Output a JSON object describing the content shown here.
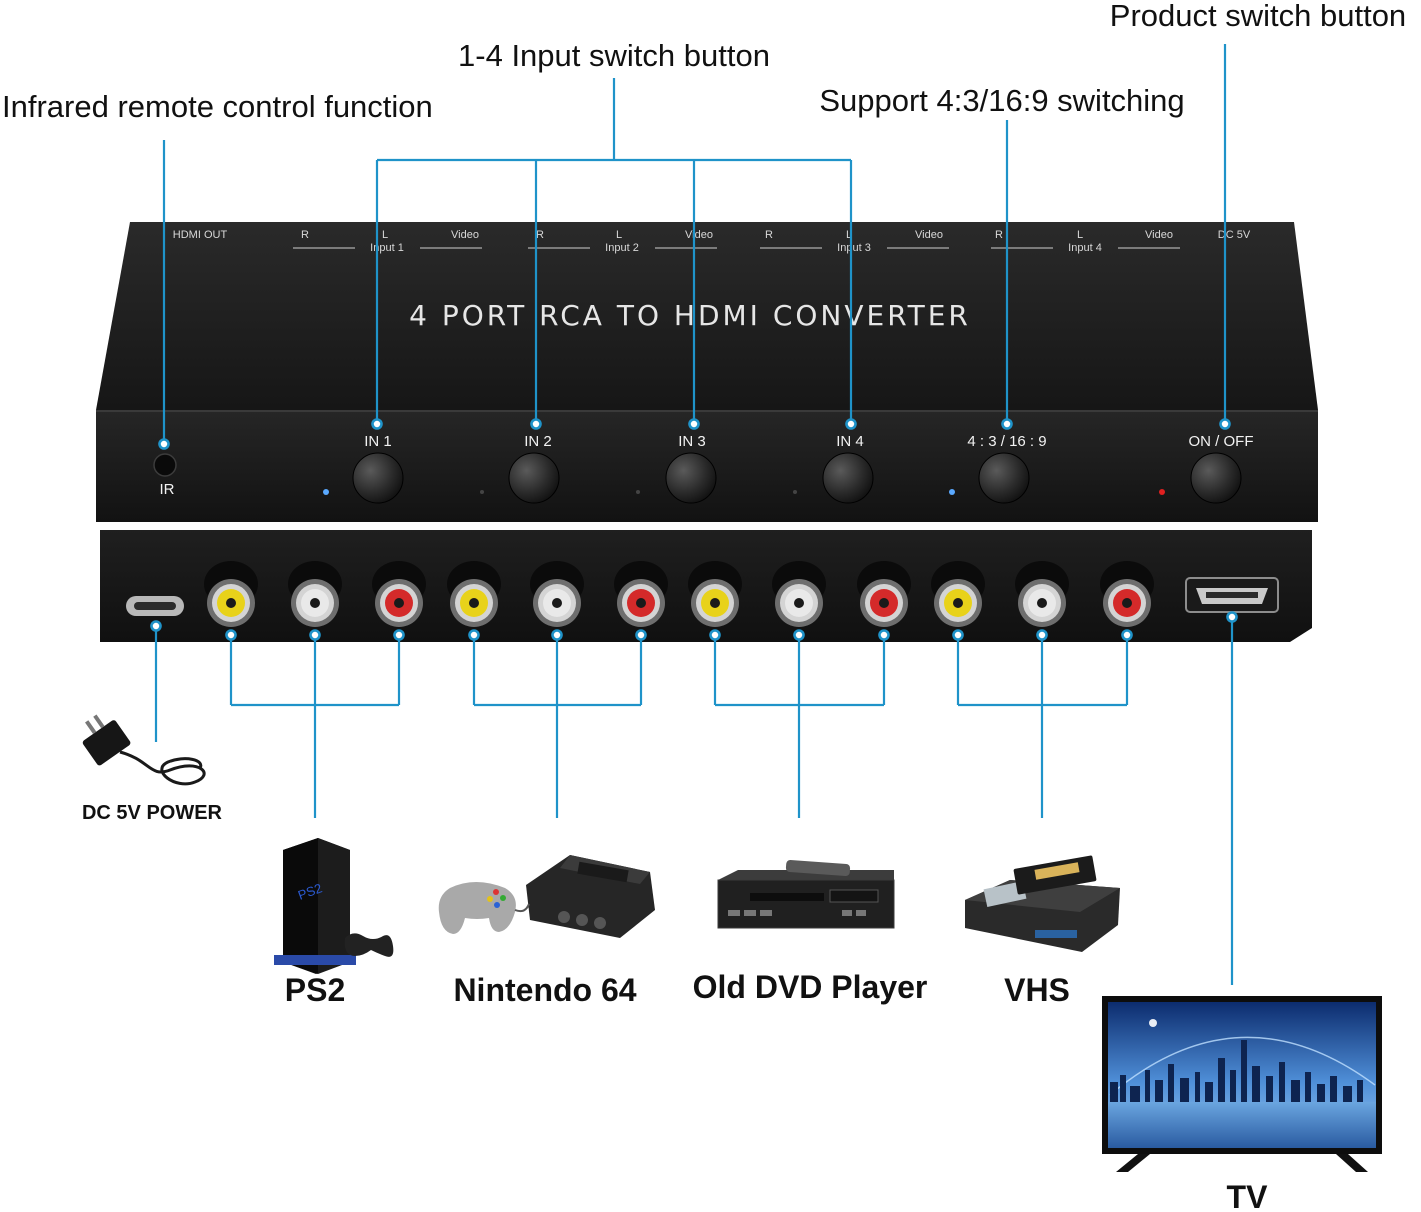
{
  "colors": {
    "leader": "#1f93c9",
    "device_body": "#1c1c1c",
    "rca_yellow": "#e8d21a",
    "rca_white": "#e9e9e9",
    "rca_red": "#d42a2a",
    "led_blue": "#5aa9ff",
    "led_red": "#e02020"
  },
  "callouts": {
    "product_switch": "Product switch button",
    "input_switch": "1-4 Input switch button",
    "infrared": "Infrared remote control function",
    "aspect": "Support 4:3/16:9 switching"
  },
  "device": {
    "title": "4 PORT RCA TO HDMI CONVERTER",
    "top_labels": {
      "hdmi_out": "HDMI OUT",
      "r": "R",
      "l": "L",
      "video": "Video",
      "dc5v": "DC 5V",
      "input1": "Input 1",
      "input2": "Input 2",
      "input3": "Input 3",
      "input4": "Input 4"
    },
    "front": {
      "ir": "IR",
      "in1": "IN 1",
      "in2": "IN 2",
      "in3": "IN 3",
      "in4": "IN 4",
      "aspect": "4 : 3 / 16 : 9",
      "power": "ON / OFF"
    }
  },
  "power_label": "DC 5V POWER",
  "sources": {
    "ps2": "PS2",
    "n64": "Nintendo 64",
    "dvd": "Old DVD Player",
    "vhs": "VHS"
  },
  "tv_label": "TV"
}
